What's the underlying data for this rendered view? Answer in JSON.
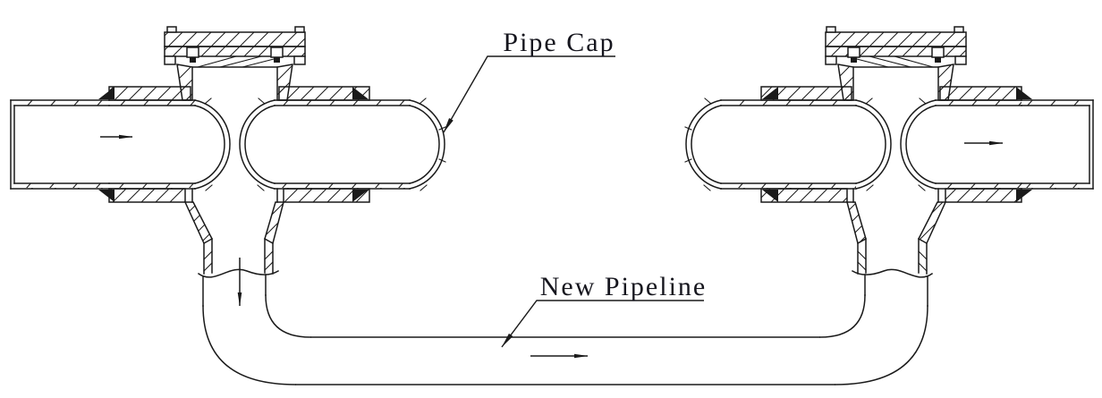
{
  "diagram": {
    "type": "piping-engineering-drawing",
    "labels": {
      "pipe_cap": "Pipe Cap",
      "new_pipeline": "New Pipeline"
    },
    "colors": {
      "line": "#1a1a1a",
      "label_text": "#16161e",
      "background": "#ffffff"
    },
    "components": {
      "left_fitting": "split-tee-fitting-with-flanged-cap",
      "right_fitting": "split-tee-fitting-with-flanged-cap",
      "bypass": "u-shaped-new-pipeline"
    },
    "flow_arrows": [
      {
        "name": "left-pipe-flow-arrow",
        "direction": "right"
      },
      {
        "name": "left-branch-flow-arrow",
        "direction": "down"
      },
      {
        "name": "new-pipeline-flow-arrow",
        "direction": "right"
      },
      {
        "name": "right-pipe-flow-arrow",
        "direction": "right"
      }
    ]
  }
}
